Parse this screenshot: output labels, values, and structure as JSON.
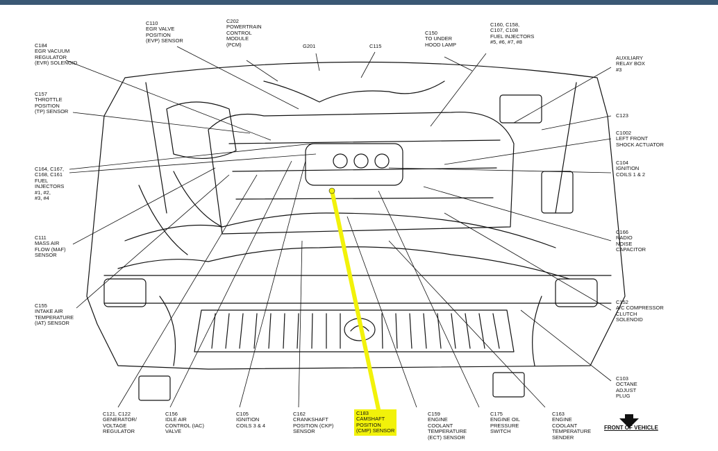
{
  "labels": {
    "c184": "C184\nEGR VACUUM\nREGULATOR\n(EVR) SOLENOID",
    "c110": "C110\nEGR VALVE\nPOSITION\n(EVP) SENSOR",
    "c202": "C202\nPOWERTRAIN\nCONTROL\nMODULE\n(PCM)",
    "g201": "G201",
    "c115": "C115",
    "c150": "C150\nTO UNDER\nHOOD LAMP",
    "c160": "C160, C158,\nC107, C108\nFUEL INJECTORS\n#5, #6, #7, #8",
    "aux": "AUXILIARY\nRELAY BOX\n#3",
    "c157": "C157\nTHROTTLE\nPOSITION\n(TP) SENSOR",
    "c123": "C123",
    "c1002": "C1002\nLEFT FRONT\nSHOCK ACTUATOR",
    "c164": "C164, C167,\nC168, C161\nFUEL\nINJECTORS\n#1, #2,\n#3, #4",
    "c104": "C104\nIGNITION\nCOILS 1 & 2",
    "c111": "C111\nMASS AIR\nFLOW (MAF)\nSENSOR",
    "c166": "C166\nRADIO\nNOISE\nCAPACITOR",
    "c155": "C155\nINTAKE AIR\nTEMPERATURE\n(IAT) SENSOR",
    "c152": "C152\nA/C COMPRESSOR\nCLUTCH\nSOLENOID",
    "c103": "C103\nOCTANE\nADJUST\nPLUG",
    "c121": "C121, C122\nGENERATOR/\nVOLTAGE\nREGULATOR",
    "c156": "C156\nIDLE AIR\nCONTROL (IAC)\nVALVE",
    "c105": "C105\nIGNITION\nCOILS 3 & 4",
    "c162": "C162\nCRANKSHAFT\nPOSITION (CKP)\nSENSOR",
    "c183": "C183\nCAMSHAFT\nPOSITION\n(CMP) SENSOR",
    "c159": "C159\nENGINE\nCOOLANT\nTEMPERATURE\n(ECT) SENSOR",
    "c175": "C175\nENGINE OIL\nPRESSURE\nSWITCH",
    "c163": "C163\nENGINE\nCOOLANT\nTEMPERATURE\nSENDER",
    "front": "FRONT OF VEHICLE"
  },
  "colors": {
    "highlight": "#f2f20a",
    "ink": "#111111",
    "topbar": "#3a5874"
  }
}
